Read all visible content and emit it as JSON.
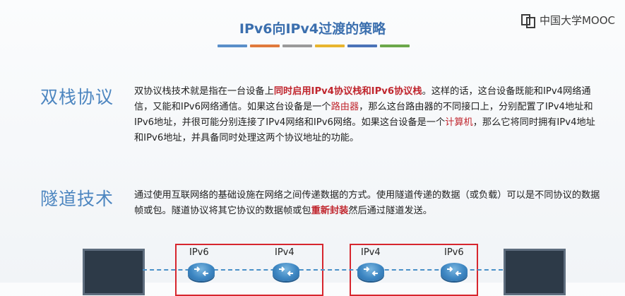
{
  "brand": {
    "logo_text": "中国大学MOOC"
  },
  "slide": {
    "title": "IPv6向IPv4过渡的策略"
  },
  "stripes": [
    "#5a8fc9",
    "#e07a3c",
    "#9a9a9a",
    "#e8b52e",
    "#4b73b8",
    "#6ca84a"
  ],
  "sections": {
    "dual_stack": {
      "heading": "双栈协议",
      "parts": [
        "双协议栈技术就是指在一台设备上",
        "同时启用IPv4协议栈和IPv6协议栈",
        "。这样的话，这台设备既能和IPv4网络通信，又能和IPv6网络通信。如果这台设备是一个",
        "路由器",
        "，那么这台路由器的不同接口上，分别配置了IPv4地址和IPv6地址，并很可能分别连接了IPv4网络和IPv6网络。如果这台设备是一个",
        "计算机",
        "，那么它将同时拥有IPv4地址和IPv6地址，并具备同时处理这两个协议地址的功能。"
      ]
    },
    "tunneling": {
      "heading": "隧道技术",
      "parts": [
        "通过使用互联网络的基础设施在网络之间传递数据的方式。使用隧道传递的数据（或负载）可以是不同协议的数据帧或包。隧道协议将其它协议的数据帧或包",
        "重新封装",
        "然后通过隧道发送。"
      ]
    }
  },
  "diagram": {
    "labels": [
      "IPv6",
      "IPv4",
      "IPv4",
      "IPv6"
    ]
  }
}
